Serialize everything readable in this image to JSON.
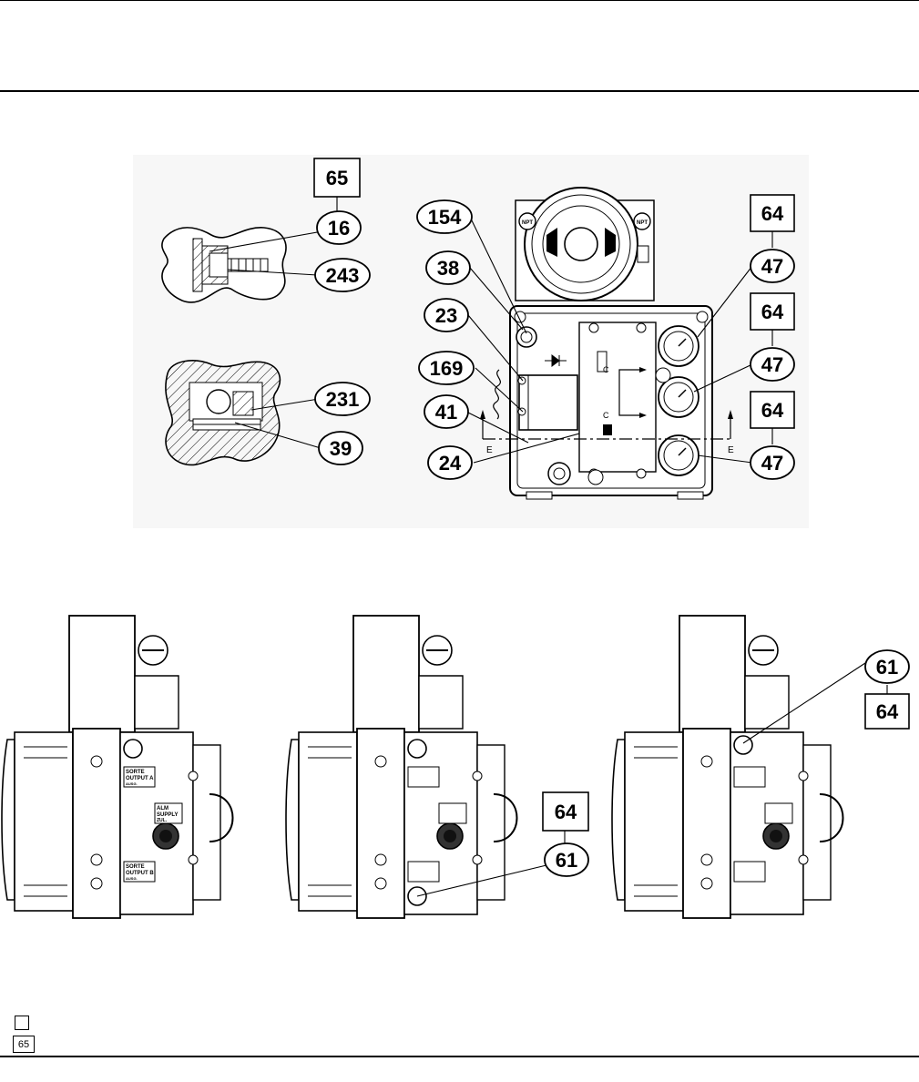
{
  "callouts": {
    "c16": "16",
    "c243": "243",
    "c231": "231",
    "c39": "39",
    "c154": "154",
    "c38": "38",
    "c23": "23",
    "c169": "169",
    "c41": "41",
    "c24": "24",
    "c47a": "47",
    "c47b": "47",
    "c47c": "47",
    "c61a": "61",
    "c61b": "61"
  },
  "kit_boxes": {
    "k65": "65",
    "k64a": "64",
    "k64b": "64",
    "k64c": "64",
    "k64d": "64",
    "k64e": "64"
  },
  "labels": {
    "npt_left": "NPT",
    "npt_right": "NPT",
    "section_e_left": "E",
    "section_e_right": "E",
    "section_c_top": "C",
    "section_c_bottom": "C",
    "sorte_a": "SORTE",
    "output_a": "OUTPUT A",
    "ausg_a": "AUSG.",
    "alm": "ALM",
    "supply": "SUPPLY",
    "zul": "ZUL.",
    "sorte_b": "SORTE",
    "output_b": "OUTPUT B",
    "ausg_b": "AUSG."
  },
  "legend": {
    "empty_box": "",
    "kit_box": "65"
  }
}
